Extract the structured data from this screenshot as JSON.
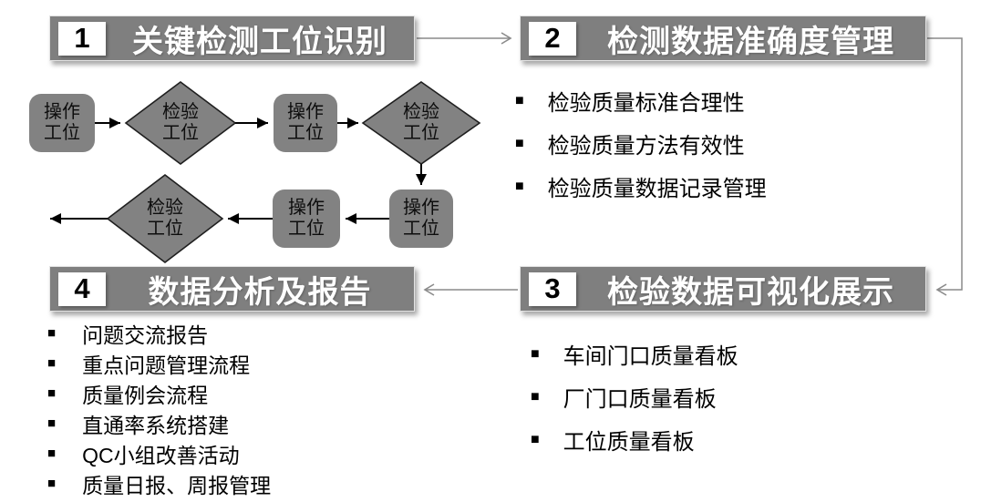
{
  "slide": {
    "bullet_marker": "■",
    "colors": {
      "header_bg": "#7f7f7f",
      "shape_fill": "#828282",
      "shape_stroke": "#1f1f1f",
      "flow_arrow": "#000000",
      "connector": "#8a8a8a"
    }
  },
  "sections": {
    "s1": {
      "number": "1",
      "title": "关键检测工位识别"
    },
    "s2": {
      "number": "2",
      "title": "检测数据准确度管理",
      "items": [
        "检验质量标准合理性",
        "检验质量方法有效性",
        "检验质量数据记录管理"
      ]
    },
    "s3": {
      "number": "3",
      "title": "检验数据可视化展示",
      "items": [
        "车间门口质量看板",
        "厂门口质量看板",
        "工位质量看板"
      ]
    },
    "s4": {
      "number": "4",
      "title": "数据分析及报告",
      "items": [
        "问题交流报告",
        "重点问题管理流程",
        "质量例会流程",
        "直通率系统搭建",
        "QC小组改善活动",
        "质量日报、周报管理"
      ]
    }
  },
  "flowchart": {
    "nodes": [
      {
        "type": "operation",
        "label": "操作\n工位"
      },
      {
        "type": "inspection",
        "label": "检验\n工位"
      },
      {
        "type": "operation",
        "label": "操作\n工位"
      },
      {
        "type": "inspection",
        "label": "检验\n工位"
      },
      {
        "type": "operation",
        "label": "操作\n工位"
      },
      {
        "type": "operation",
        "label": "操作\n工位"
      },
      {
        "type": "inspection",
        "label": "检验\n工位"
      }
    ]
  }
}
